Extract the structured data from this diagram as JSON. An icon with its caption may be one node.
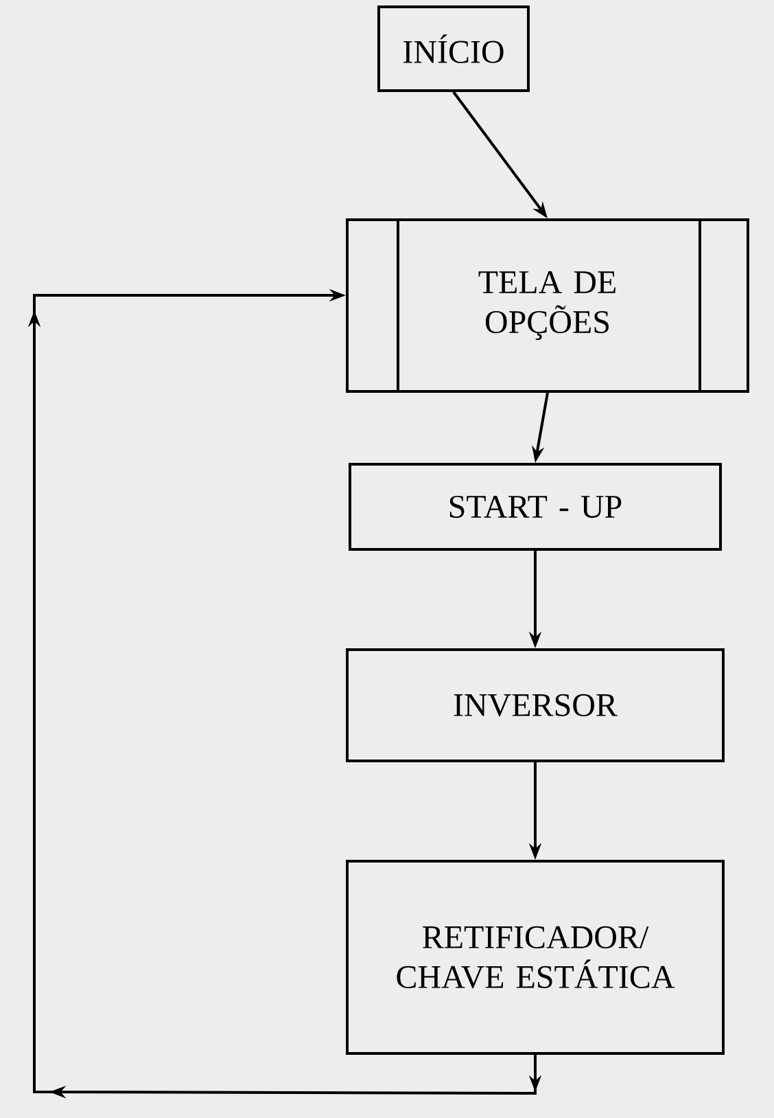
{
  "diagram": {
    "nodes": [
      {
        "text": [
          "INÍCIO"
        ]
      },
      {
        "text": [
          "TELA DE OPÇÕES"
        ]
      },
      {
        "text": [
          "START - UP"
        ]
      },
      {
        "text": [
          "INVERSOR"
        ]
      },
      {
        "text": [
          "RETIFICADOR/ CHAVE ESTÁTICA"
        ]
      }
    ],
    "edges": [
      {
        "from": 0,
        "to": 1,
        "arrow": "to"
      },
      {
        "from": 1,
        "to": 2,
        "arrow": "to"
      },
      {
        "from": 2,
        "to": 3,
        "arrow": "to"
      },
      {
        "from": 3,
        "to": 4,
        "arrow": "to"
      },
      {
        "from": 4,
        "to": 1,
        "arrow": "to"
      }
    ]
  }
}
